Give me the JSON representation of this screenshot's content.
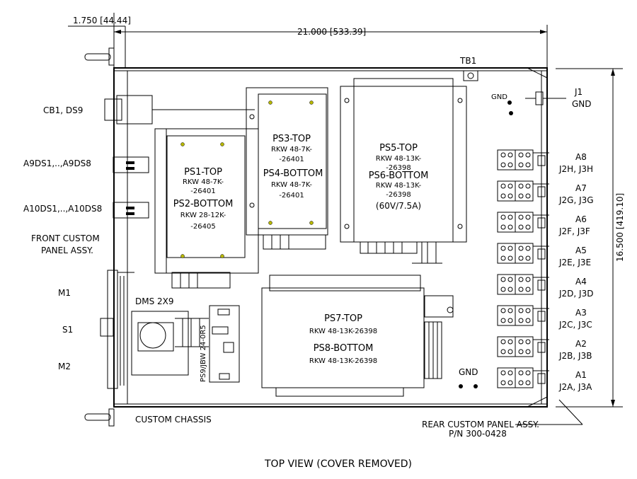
{
  "dimensions": {
    "front_offset": "1.750 [44.44]",
    "width": "21.000 [533.39]",
    "depth": "16.500 [419.10]"
  },
  "left_labels": {
    "cb1": "CB1, DS9",
    "a9": "A9DS1,..,A9DS8",
    "a10": "A10DS1,..,A10DS8",
    "front_panel_1": "FRONT CUSTOM",
    "front_panel_2": "PANEL ASSY.",
    "m1": "M1",
    "s1": "S1",
    "m2": "M2"
  },
  "top_labels": {
    "tb1": "TB1",
    "gnd": "GND",
    "j1": "J1",
    "j1_gnd": "GND"
  },
  "ps1": {
    "line1": "PS1-TOP",
    "line2": "RKW 48-7K-",
    "line3": "-26401",
    "line4": "PS2-BOTTOM",
    "line5": "RKW 28-12K-",
    "line6": "-26405"
  },
  "ps3": {
    "line1": "PS3-TOP",
    "line2": "RKW 48-7K-",
    "line3": "-26401",
    "line4": "PS4-BOTTOM",
    "line5": "RKW 48-7K-",
    "line6": "-26401"
  },
  "ps5": {
    "line1": "PS5-TOP",
    "line2": "RKW 48-13K-",
    "line3": "-26398",
    "line4": "PS6-BOTTOM",
    "line5": "RKW 48-13K-",
    "line6": "-26398",
    "line7": "(60V/7.5A)"
  },
  "ps7": {
    "line1": "PS7-TOP",
    "line2": "RKW 48-13K-26398",
    "line3": "PS8-BOTTOM",
    "line4": "RKW 48-13K-26398"
  },
  "lower_labels": {
    "dms": "DMS 2X9",
    "ps9": "PS9/JBW 24-0R5",
    "gnd": "GND",
    "custom_chassis": "CUSTOM CHASSIS",
    "rear_panel_1": "REAR CUSTOM PANEL ASSY.",
    "rear_panel_2": "P/N 300-0428"
  },
  "connectors": [
    {
      "a": "A8",
      "j": "J2H, J3H"
    },
    {
      "a": "A7",
      "j": "J2G, J3G"
    },
    {
      "a": "A6",
      "j": "J2F, J3F"
    },
    {
      "a": "A5",
      "j": "J2E, J3E"
    },
    {
      "a": "A4",
      "j": "J2D, J3D"
    },
    {
      "a": "A3",
      "j": "J2C, J3C"
    },
    {
      "a": "A2",
      "j": "J2B, J3B"
    },
    {
      "a": "A1",
      "j": "J2A, J3A"
    }
  ],
  "caption": "TOP VIEW (COVER REMOVED)"
}
